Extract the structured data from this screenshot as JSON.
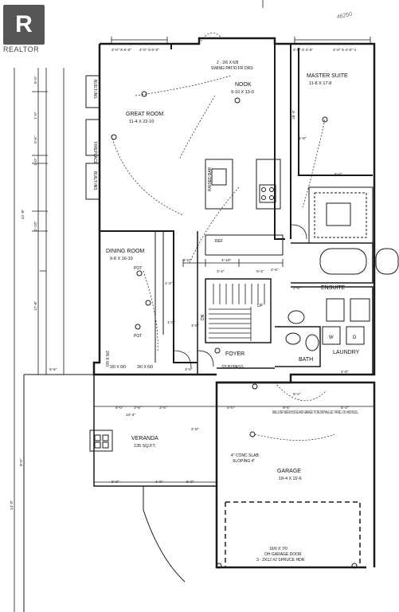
{
  "watermark": {
    "brand": "REALTOR"
  },
  "corner_note": "46250",
  "rooms": {
    "great_room": {
      "name": "GREAT ROOM",
      "dims": "11-4 X 22-10"
    },
    "nook": {
      "name": "NOOK",
      "dims": "9-10 X 13-0"
    },
    "master_suite": {
      "name": "MASTER SUITE",
      "dims": "11-8 X 17-8"
    },
    "dining_room": {
      "name": "DINING ROOM",
      "dims": "9-8 X 16-10"
    },
    "ensuite": {
      "name": "ENSUITE"
    },
    "foyer": {
      "name": "FOYER"
    },
    "bath": {
      "name": "BATH"
    },
    "laundry": {
      "name": "LAUNDRY"
    },
    "veranda": {
      "name": "VERANDA",
      "area": "135 SQ.FT."
    },
    "garage": {
      "name": "GARAGE",
      "dims": "18-4 X 22-6"
    }
  },
  "labels": {
    "fireplace": "FIREPLACE",
    "built_in_1": "BUILT-INS",
    "built_in_2": "BUILT-INS",
    "raised_bar": "RAISED BAR",
    "swing_patio": "SWING PATIO FR DRS",
    "patio_dims": "2 - 2/6 X 6/8",
    "ref": "REF",
    "wall_note": "WALLS BETWEEN HOUSE AND GARAGE TO BE DRYWALLED, TAPED, V.B. AND INSUL.",
    "slab_note_1": "4\" CONC SLAB",
    "slab_note_2": "SLOPING 4\"",
    "garage_door_1": "16/0 X 7/0",
    "garage_door_2": "OH GARAGE DOOR",
    "garage_door_3": "3 - 2X12 #2 SPRUCE HDR",
    "bypass": "3'0 BYPASS",
    "window_1": "3/0 X 6/0",
    "window_2": "3/0 X 6/0",
    "window_side": "2/8 X 6/0",
    "pot_1": "POT",
    "pot_2": "POT",
    "dn": "DN",
    "up": "UP",
    "w": "W",
    "d": "D"
  },
  "dimensions": {
    "top_gr": "2'-0\" X 6'-0\"",
    "top_gr2": "4'-0\" X 6'-0\"",
    "top_ms": "2'-0\" X 4'-0\"",
    "top_ms2": "2'-0\" X 4'-0\" V",
    "left_1": "5'-0\"",
    "left_2": "1'-0\"",
    "left_3": "5'-6\"",
    "left_4": "1'-0\"",
    "left_5": "41'-8\"",
    "left_6": "2'-10\"",
    "left_7": "17'-8\"",
    "left_8": "5'-6\"",
    "left_9": "9'-0\"",
    "left_10": "14'-0\"",
    "mid_1": "4'-0\"",
    "mid_2": "4'-10\"",
    "mid_3": "2'-6\"",
    "mid_4": "3'-4\"",
    "mid_5": "5'-4\"",
    "mid_6": "1'-2\"",
    "mid_7": "1'-0\"",
    "mid_8": "6'-0\"",
    "mid_9": "10'-4\"",
    "mid_10": "3'-6\"",
    "mid_11": "3'-4\"",
    "mid_12": "4'-8\"",
    "mid_13": "6'-0\"",
    "mid_14": "4'-0\"",
    "mid_15": "5'-0\"",
    "mid_16": "5'-2\"",
    "mid_17": "5'-3\"",
    "mid_18": "9'-5\"",
    "mid_19": "3'-0\"",
    "mid_20": "3'-0\"",
    "mid_21": "6'-0\"",
    "mid_22": "2'-6\"",
    "mid_23": "4'-0\"",
    "mid_24": "1'-8\"",
    "mid_25": "18'-3\"",
    "mid_26": "5'-0\""
  },
  "colors": {
    "ink": "#1a1a1a",
    "logo": "#555555"
  }
}
